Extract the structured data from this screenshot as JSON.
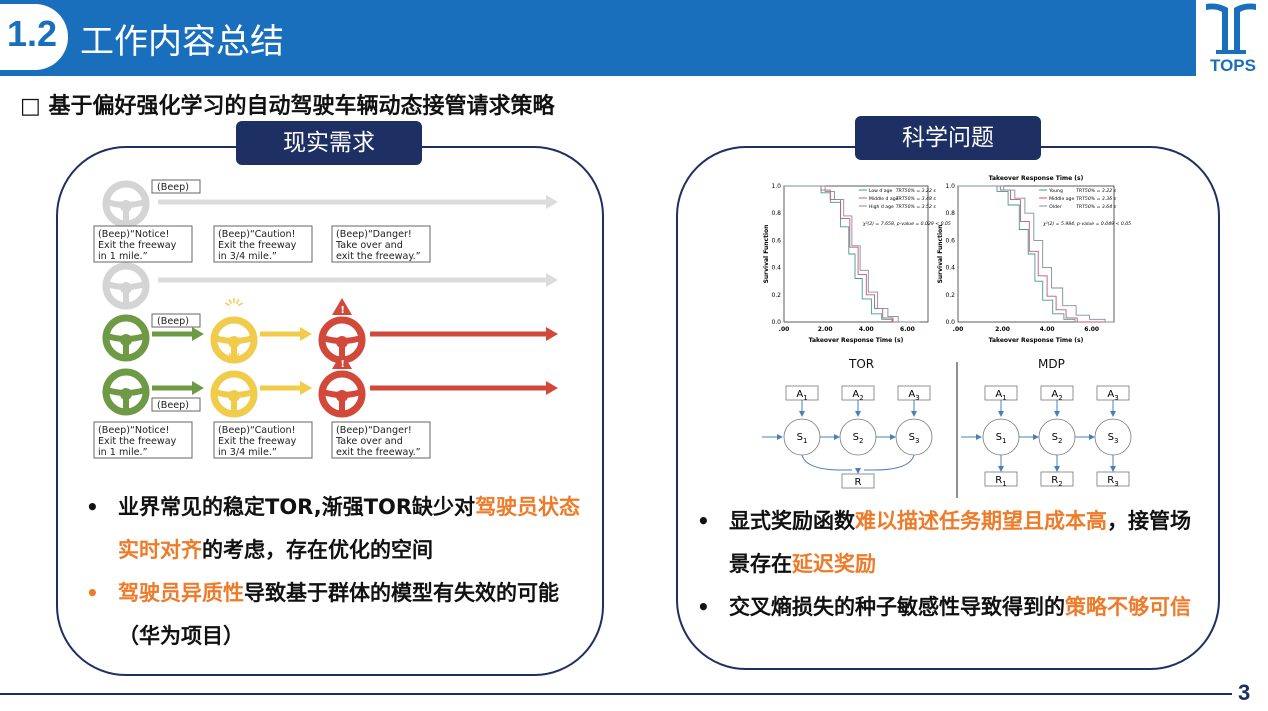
{
  "header": {
    "section_number": "1.2",
    "section_title": "工作内容总结",
    "logo_text": "TOPS",
    "brand_color": "#1a6fbd"
  },
  "subtitle": "□ 基于偏好强化学习的自动驾驶车辆动态接管请求策略",
  "left_panel": {
    "tag": "现实需求",
    "figure": {
      "beep": "(Beep)",
      "callout_notice": [
        "(Beep)“Notice!",
        "Exit the freeway",
        "in 1 mile.”"
      ],
      "callout_caution": [
        "(Beep)“Caution!",
        "Exit the freeway",
        "in 3/4 mile.”"
      ],
      "callout_danger": [
        "(Beep)“Danger!",
        "Take over and",
        "exit the freeway.”"
      ],
      "colors": {
        "gray": "#d4d4d4",
        "green": "#6f9a45",
        "yellow": "#f1cb4a",
        "red": "#d2493a"
      }
    },
    "bullets": [
      {
        "dot": "•",
        "parts": [
          {
            "text": "业界常见的稳定TOR,渐强TOR缺少对",
            "hl": false
          },
          {
            "text": "驾驶员状态实时对齐",
            "hl": true
          },
          {
            "text": "的考虑，存在优化的空间",
            "hl": false
          }
        ]
      },
      {
        "dot": "•",
        "parts": [
          {
            "text": "驾驶员异质性",
            "hl": true
          },
          {
            "text": "导致基于群体的模型有失效的可能（华为项目）",
            "hl": false
          }
        ]
      }
    ]
  },
  "right_panel": {
    "tag": "科学问题",
    "chart_data": [
      {
        "type": "line",
        "title": "",
        "xlabel": "Takeover Response Time (s)",
        "ylabel": "Survival Function",
        "xticks": [
          ".00",
          "2.00",
          "4.00",
          "6.00"
        ],
        "yticks": [
          "0.0",
          "0.2",
          "0.4",
          "0.6",
          "0.8",
          "1.0"
        ],
        "xlim": [
          0,
          7
        ],
        "ylim": [
          0,
          1
        ],
        "legend": [
          "Low d age",
          "Middle d age",
          "High d age"
        ],
        "legend_stats": [
          "TRT50% = 3.22 s",
          "TRT50% = 3.48 s",
          "TRT50% = 3.52 s"
        ],
        "annotation": "χ²(2) = 7.658, p-value = 0.029 < 0.05",
        "series": [
          {
            "name": "Low d age",
            "color": "#3f9e8f",
            "x": [
              0,
              1.6,
              2.0,
              2.5,
              3.0,
              3.3,
              3.6,
              4.0,
              4.5,
              5.0,
              5.5,
              6.5
            ],
            "y": [
              1.0,
              1.0,
              0.95,
              0.88,
              0.7,
              0.5,
              0.32,
              0.17,
              0.06,
              0.02,
              0.0,
              0.0
            ]
          },
          {
            "name": "Middle d age",
            "color": "#c8547a",
            "x": [
              0,
              1.6,
              2.0,
              2.5,
              3.0,
              3.4,
              3.8,
              4.2,
              4.6,
              5.0,
              5.6,
              6.5
            ],
            "y": [
              1.0,
              1.0,
              0.97,
              0.9,
              0.76,
              0.55,
              0.35,
              0.2,
              0.1,
              0.03,
              0.0,
              0.0
            ]
          },
          {
            "name": "High d age",
            "color": "#7f8f9c",
            "x": [
              0,
              1.8,
              2.2,
              2.7,
              3.1,
              3.5,
              3.9,
              4.3,
              4.8,
              5.3,
              5.8,
              6.6
            ],
            "y": [
              1.0,
              1.0,
              0.96,
              0.9,
              0.78,
              0.56,
              0.38,
              0.22,
              0.1,
              0.04,
              0.0,
              0.0
            ]
          }
        ]
      },
      {
        "type": "line",
        "title": "Takeover Response Time (s)",
        "xlabel": "Takeover Response Time (s)",
        "ylabel": "Survival Function",
        "xticks": [
          ".00",
          "2.00",
          "4.00",
          "6.00"
        ],
        "yticks": [
          "0.0",
          "0.2",
          "0.4",
          "0.6",
          "0.8",
          "1.0"
        ],
        "xlim": [
          0,
          7
        ],
        "ylim": [
          0,
          1
        ],
        "legend": [
          "Young",
          "Middle age",
          "Older"
        ],
        "legend_stats": [
          "TRT50% = 3.22 s",
          "TRT50% = 3.36 s",
          "TRT50% = 3.64 s"
        ],
        "annotation": "χ²(2) = 5.984, p-value = 0.049 < 0.05",
        "series": [
          {
            "name": "Young",
            "color": "#3f9e8f",
            "x": [
              0,
              1.5,
              2.0,
              2.5,
              3.0,
              3.3,
              3.6,
              4.0,
              4.5,
              5.0,
              5.5,
              6.6
            ],
            "y": [
              1.0,
              1.0,
              0.96,
              0.86,
              0.68,
              0.5,
              0.3,
              0.16,
              0.06,
              0.02,
              0.0,
              0.0
            ]
          },
          {
            "name": "Middle age",
            "color": "#c8547a",
            "x": [
              0,
              1.7,
              2.1,
              2.6,
              3.0,
              3.4,
              3.8,
              4.2,
              4.6,
              5.1,
              5.6,
              6.6
            ],
            "y": [
              1.0,
              1.0,
              0.97,
              0.9,
              0.74,
              0.52,
              0.34,
              0.19,
              0.09,
              0.03,
              0.0,
              0.0
            ]
          },
          {
            "name": "Older",
            "color": "#7f8f9c",
            "x": [
              0,
              1.8,
              2.3,
              2.8,
              3.2,
              3.6,
              4.0,
              4.4,
              5.0,
              5.6,
              6.2,
              7.0
            ],
            "y": [
              1.0,
              1.0,
              0.97,
              0.91,
              0.8,
              0.6,
              0.4,
              0.25,
              0.12,
              0.05,
              0.02,
              0.0
            ]
          }
        ]
      }
    ],
    "caption_tor": "TOR",
    "caption_mdp": "MDP",
    "diagram": {
      "actions": [
        "A",
        "A",
        "A"
      ],
      "states": [
        "S",
        "S",
        "S"
      ],
      "rewards": [
        "R",
        "R",
        "R"
      ],
      "subscripts": [
        "1",
        "2",
        "3"
      ],
      "single_reward": "R"
    },
    "bullets": [
      {
        "dot": "•",
        "parts": [
          {
            "text": "显式奖励函数",
            "hl": false
          },
          {
            "text": "难以描述任务期望且成本高",
            "hl": true
          },
          {
            "text": "，接管场景存在",
            "hl": false
          },
          {
            "text": "延迟奖励",
            "hl": true
          }
        ]
      },
      {
        "dot": "•",
        "parts": [
          {
            "text": "交叉熵损失的种子敏感性导致得到的",
            "hl": false
          },
          {
            "text": "策略不够可信",
            "hl": true
          }
        ]
      }
    ]
  },
  "page_number": "3"
}
